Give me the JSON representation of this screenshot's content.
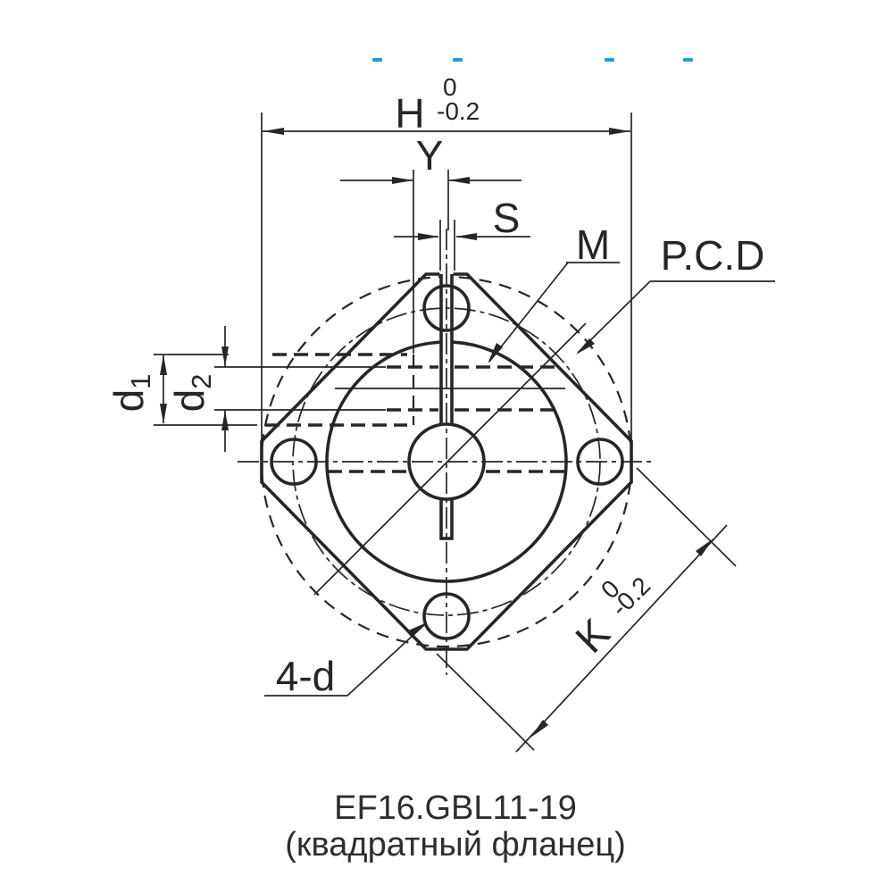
{
  "drawing": {
    "colors": {
      "flange_fill": "#ececec",
      "line": "#262626",
      "hole_fill": "#ffffff",
      "blue_mark": "#1f9ce0"
    },
    "dims": {
      "h": {
        "letter": "H",
        "tol_upper": "0",
        "tol_lower": "-0.2"
      },
      "y": {
        "letter": "Y"
      },
      "s": {
        "letter": "S"
      },
      "m": {
        "letter": "M"
      },
      "pcd": {
        "letter": "P.C.D"
      },
      "d1": {
        "letter": "d",
        "sub": "1"
      },
      "d2": {
        "letter": "d",
        "sub": "2"
      },
      "k": {
        "letter": "K",
        "tol_upper": "0",
        "tol_lower": "-0.2"
      },
      "holes": {
        "letter": "4-d"
      }
    }
  },
  "caption": {
    "model": "EF16.GBL11-19",
    "type": "(квадратный фланец)"
  }
}
